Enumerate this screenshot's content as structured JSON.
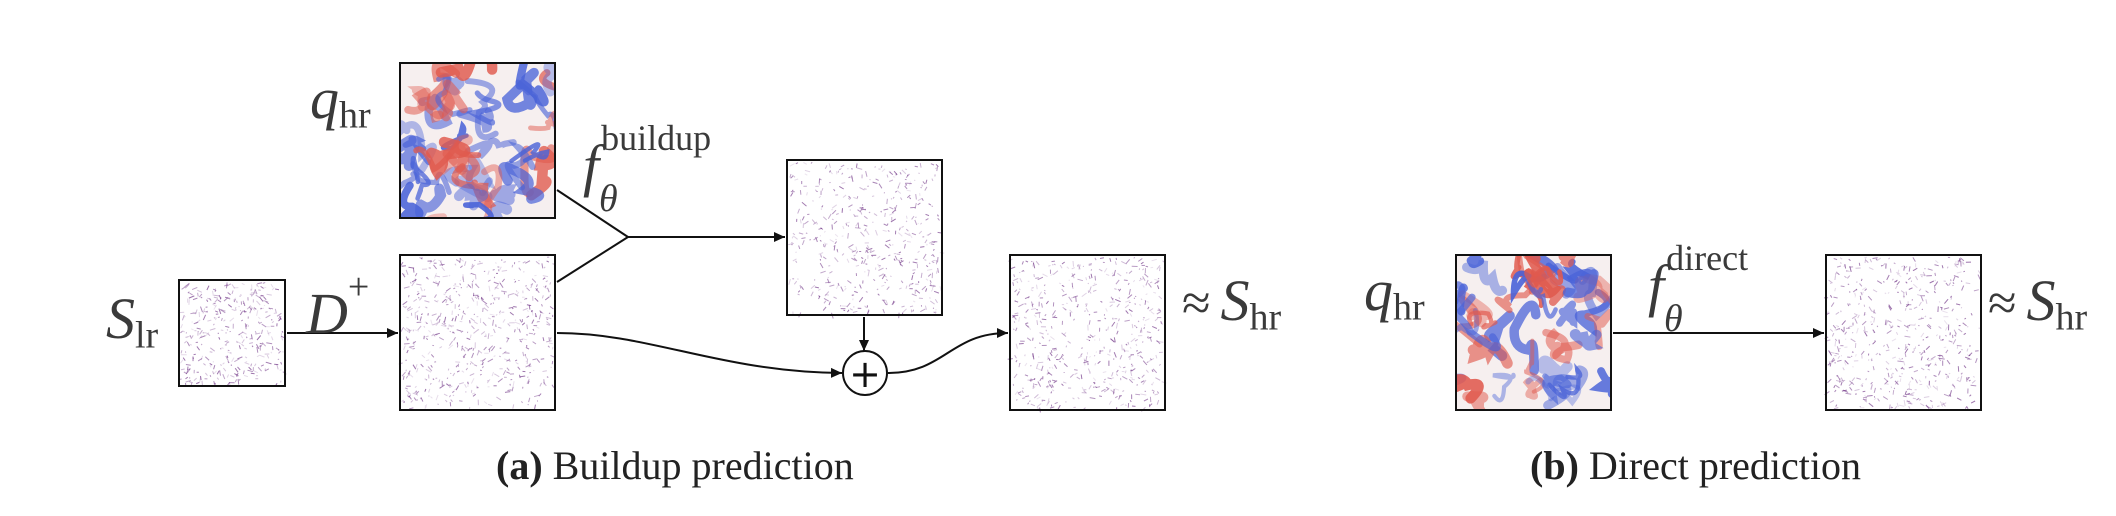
{
  "panel_a": {
    "caption_tag": "(a)",
    "caption_text": "Buildup prediction",
    "q_label": {
      "base": "q",
      "sub": "hr"
    },
    "s_lr_label": {
      "base": "S",
      "sub": "lr"
    },
    "d_label": {
      "base": "D",
      "sup": "+"
    },
    "f_label": {
      "base": "f",
      "sub": "θ",
      "sup": "buildup"
    },
    "plus_symbol": "+",
    "result_label": {
      "approx": "≈",
      "base": "S",
      "sub": "hr"
    }
  },
  "panel_b": {
    "caption_tag": "(b)",
    "caption_text": "Direct prediction",
    "q_label": {
      "base": "q",
      "sub": "hr"
    },
    "f_label": {
      "base": "f",
      "sub": "θ",
      "sup": "direct"
    },
    "result_label": {
      "approx": "≈",
      "base": "S",
      "sub": "hr"
    }
  },
  "colors": {
    "vorticity_positive": "#e05a4e",
    "vorticity_negative": "#4a63d8",
    "stress_field": "#6b2d82",
    "arrow": "#111111"
  }
}
